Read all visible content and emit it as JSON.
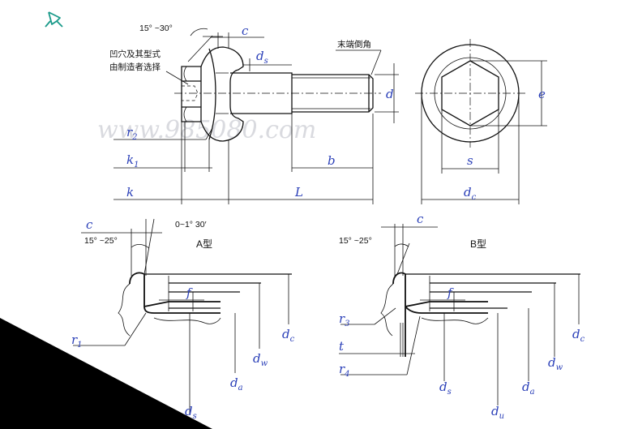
{
  "labels": {
    "c": "c",
    "ds": "d",
    "ds_sub": "s",
    "d": "d",
    "e": "e",
    "r2": "r",
    "r2_sub": "2",
    "k1": "k",
    "k1_sub": "1",
    "k": "k",
    "b": "b",
    "L": "L",
    "s": "s",
    "dc": "d",
    "dc_sub": "c",
    "f": "f",
    "r1": "r",
    "r1_sub": "1",
    "dw": "d",
    "dw_sub": "w",
    "da": "d",
    "da_sub": "a",
    "r3": "r",
    "r3_sub": "3",
    "t": "t",
    "r4": "r",
    "r4_sub": "4",
    "du": "d",
    "du_sub": "u"
  },
  "notes": {
    "recess_line1": "凹穴及其型式",
    "recess_line2": "由制造者选择",
    "end_chamfer": "末端倒角"
  },
  "angles": {
    "top": "15° ~30°",
    "detail_a_cone": "0~1° 30′",
    "detail_a_chamfer": "15° ~25°",
    "detail_b_chamfer": "15° ~25°"
  },
  "types": {
    "a": "A型",
    "b": "B型"
  },
  "watermark": "www.985080.com",
  "colors": {
    "label_blue": "#2a3fb8",
    "icon_teal": "#1a9a8a"
  }
}
